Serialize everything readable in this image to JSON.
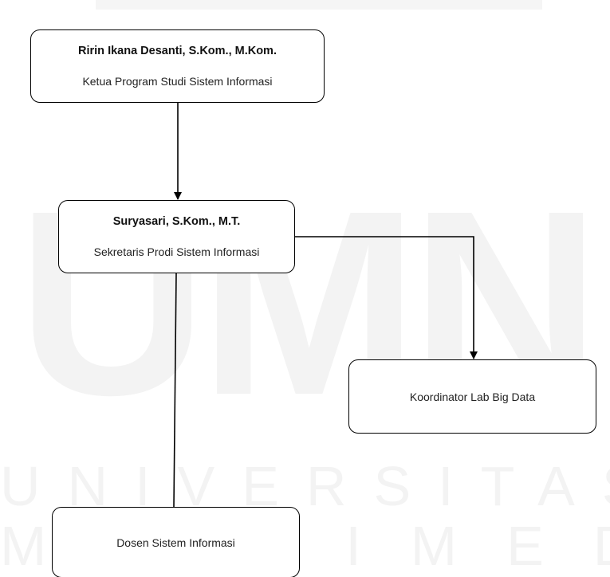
{
  "org_chart": {
    "nodes": [
      {
        "id": "kaprodi",
        "name": "Ririn Ikana Desanti, S.Kom., M.Kom.",
        "role": "Ketua Program Studi Sistem Informasi"
      },
      {
        "id": "sekprodi",
        "name": "Suryasari, S.Kom., M.T.",
        "role": "Sekretaris Prodi Sistem Informasi"
      },
      {
        "id": "koordinator",
        "name": "",
        "role": "Koordinator Lab Big Data"
      },
      {
        "id": "dosen",
        "name": "",
        "role": "Dosen Sistem Informasi"
      }
    ],
    "edges": [
      {
        "from": "kaprodi",
        "to": "sekprodi",
        "arrow": true
      },
      {
        "from": "sekprodi",
        "to": "koordinator",
        "arrow": true
      },
      {
        "from": "sekprodi",
        "to": "dosen",
        "arrow": false
      }
    ]
  },
  "watermark": {
    "logo": "UMN",
    "line1": "UNIVERSITAS",
    "line2": "MULTIMEDIA"
  },
  "colors": {
    "line": "#000000",
    "node_border": "#000000",
    "watermark": "#f3f3f3"
  }
}
